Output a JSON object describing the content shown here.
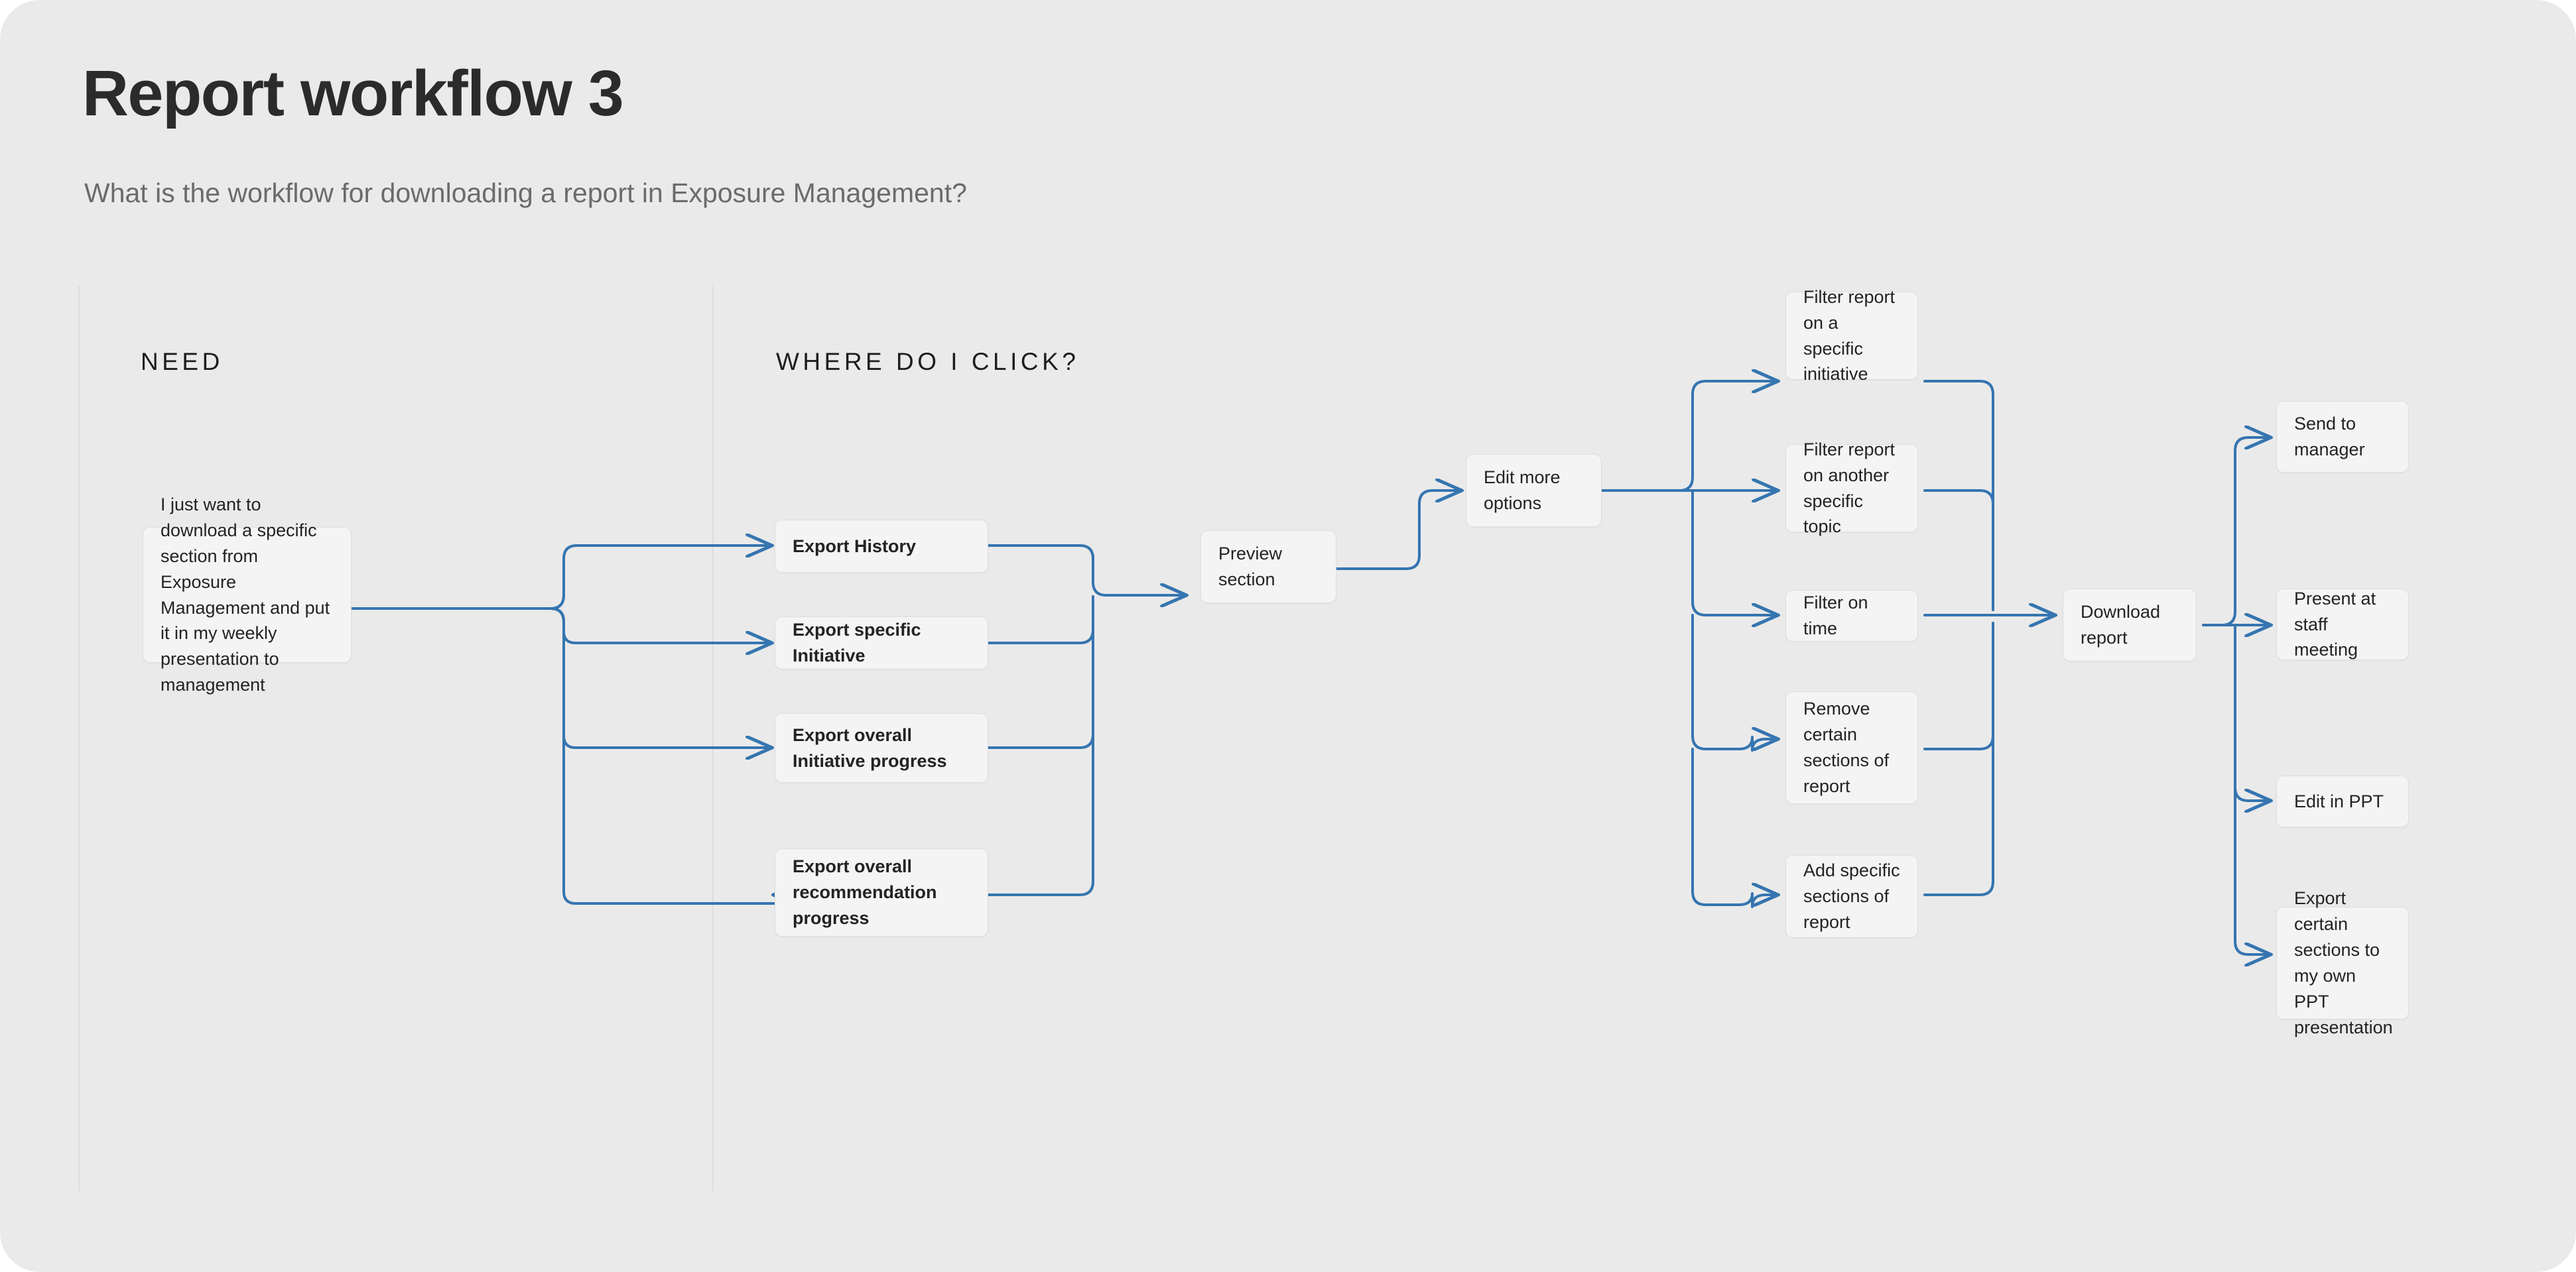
{
  "page": {
    "title": "Report workflow 3",
    "subtitle": "What is the workflow for downloading a report in Exposure Management?",
    "canvas_bg": "#eaeaea",
    "node_bg": "#f4f4f4",
    "node_border": "#dedede",
    "connector_color": "#3575b0",
    "divider_color": "#e0e0e0"
  },
  "columns": [
    {
      "id": "need",
      "header": "NEED"
    },
    {
      "id": "click",
      "header": "WHERE DO I CLICK?"
    }
  ],
  "nodes": {
    "need": {
      "label": "I just want to download a specific section from Exposure Management and put it in my weekly presentation to management"
    },
    "exports": [
      {
        "label": "Export History"
      },
      {
        "label": "Export specific Initiative"
      },
      {
        "label": "Export overall Initiative progress"
      },
      {
        "label": "Export overall recommendation progress"
      }
    ],
    "preview": {
      "label": "Preview section"
    },
    "edit_more": {
      "label": "Edit more options"
    },
    "options": [
      {
        "label": "Filter report on a specific initiative"
      },
      {
        "label": "Filter report on another specific topic"
      },
      {
        "label": "Filter on time"
      },
      {
        "label": "Remove certain sections of report"
      },
      {
        "label": "Add specific sections of report"
      }
    ],
    "download": {
      "label": "Download report"
    },
    "outcomes": [
      {
        "label": "Send to manager"
      },
      {
        "label": "Present at staff meeting"
      },
      {
        "label": "Edit in PPT"
      },
      {
        "label": "Export certain sections to my own PPT presentation"
      }
    ]
  }
}
